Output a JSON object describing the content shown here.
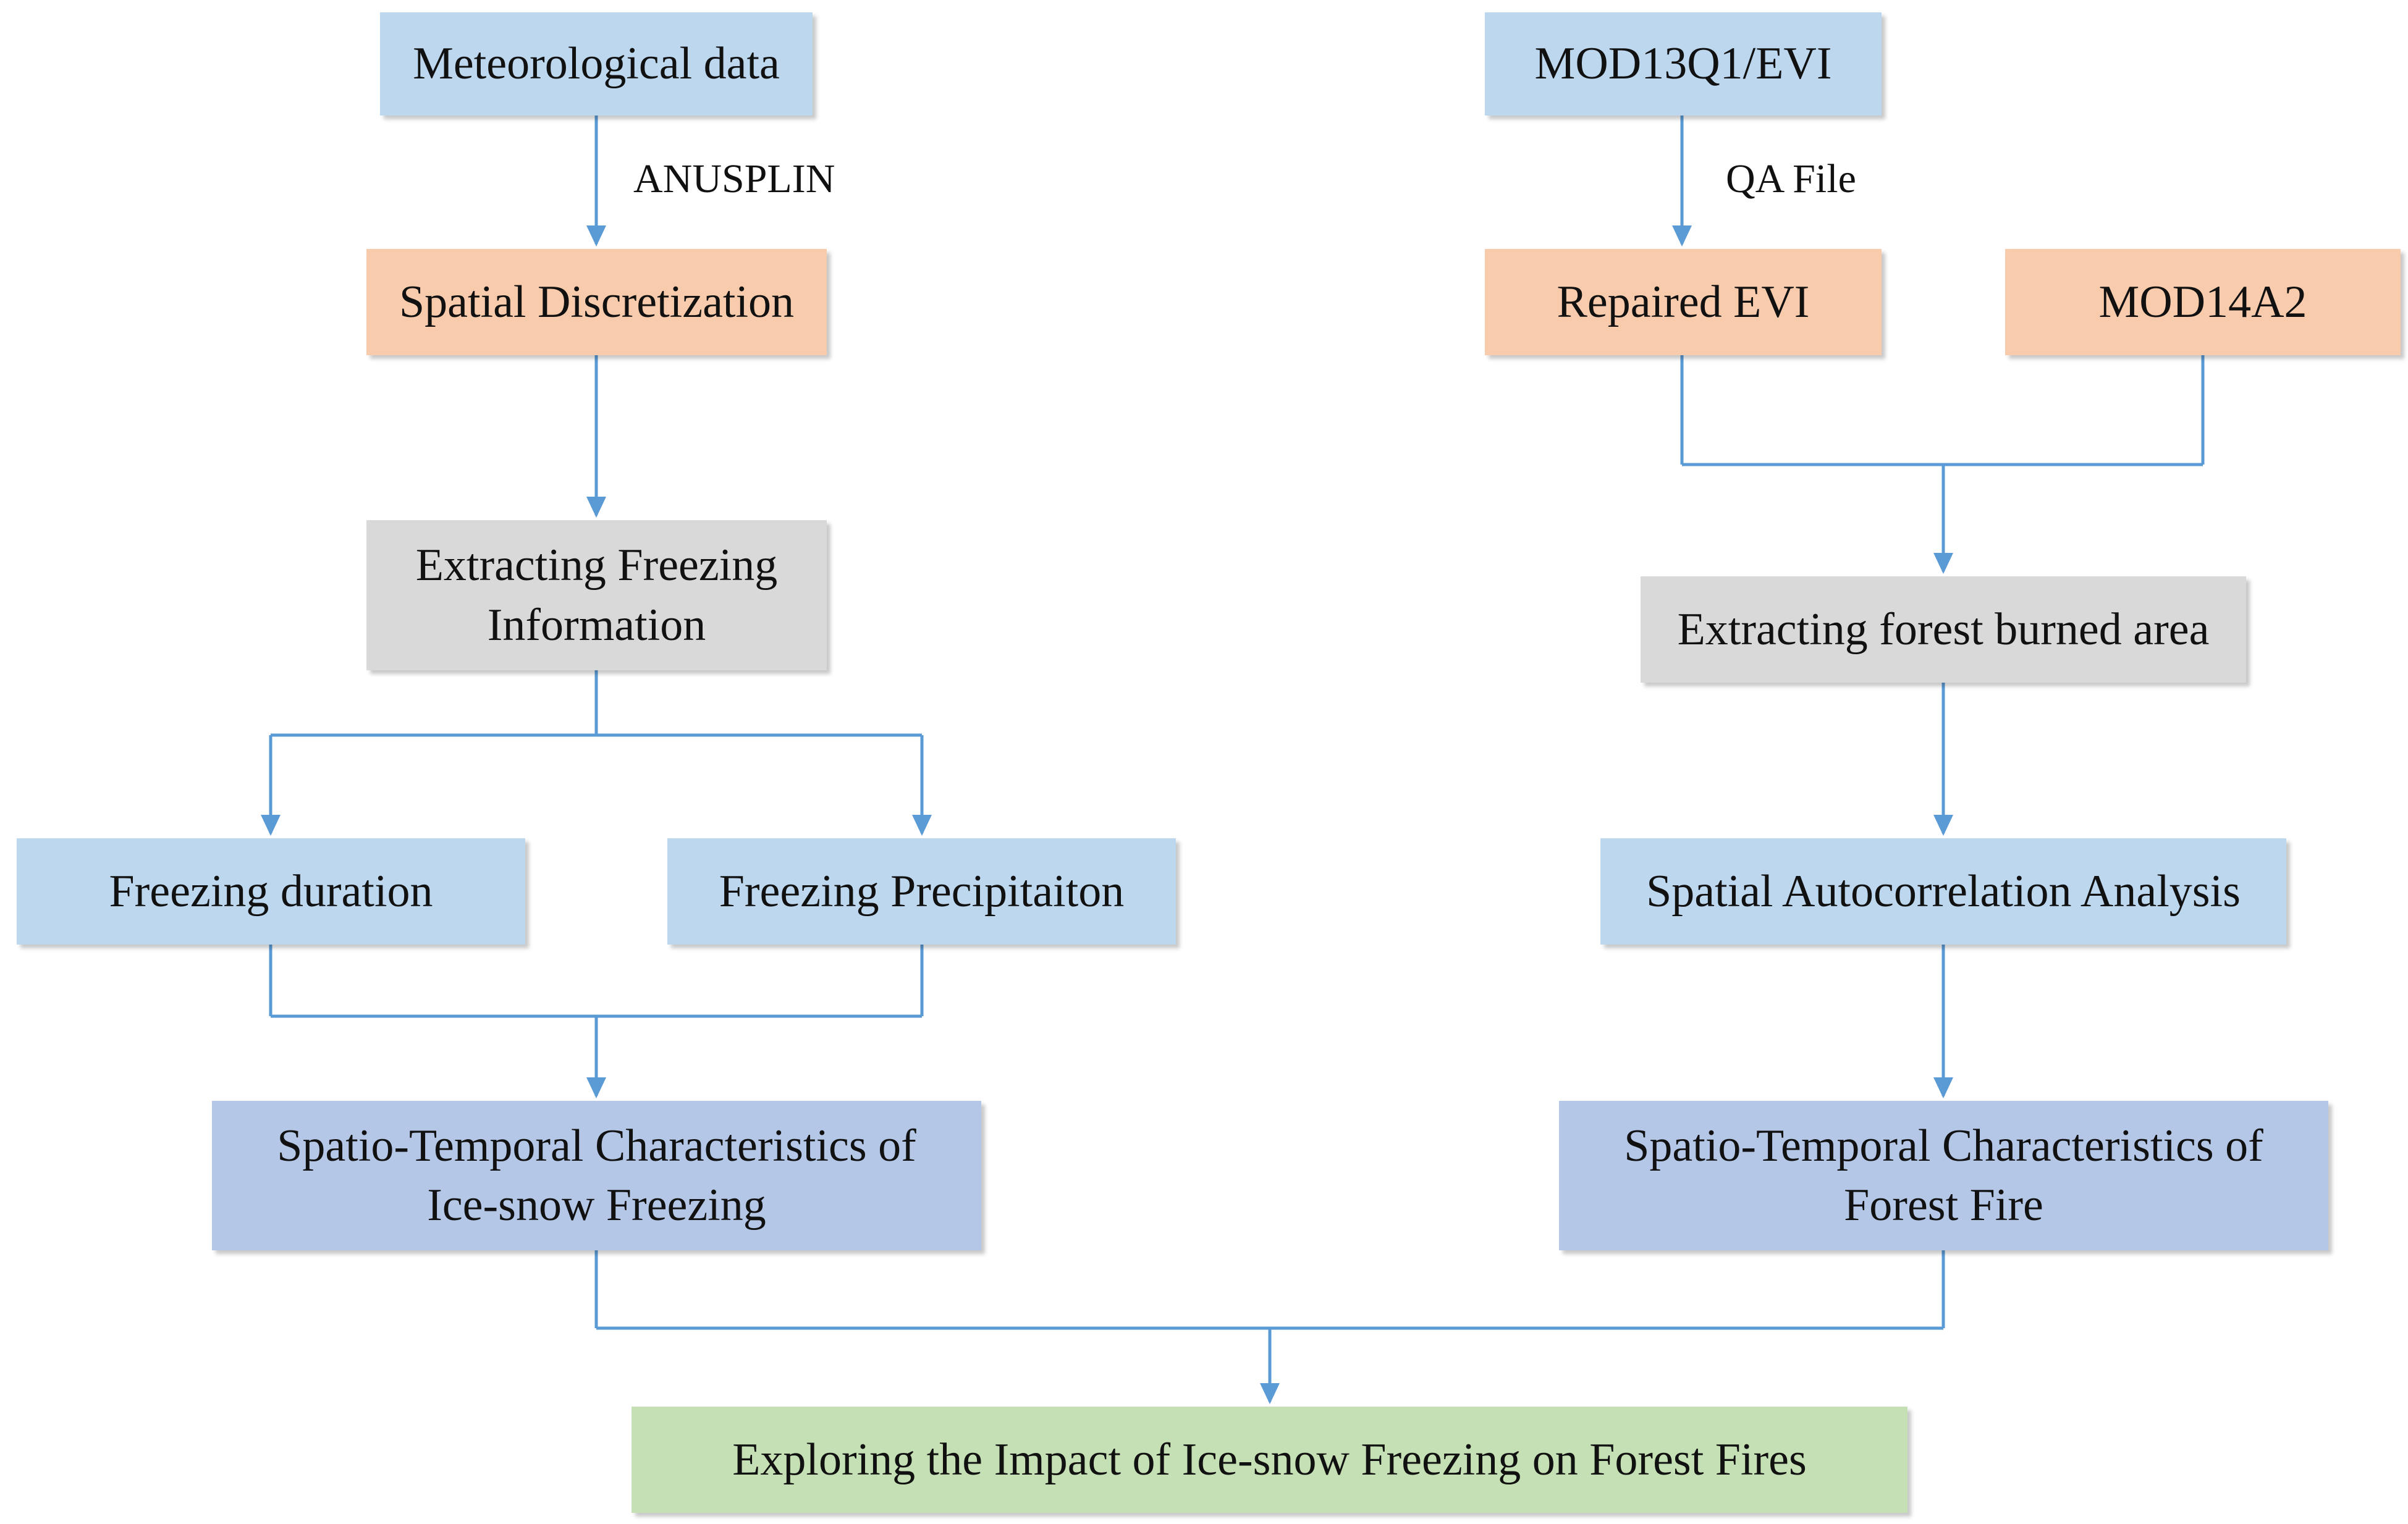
{
  "colors": {
    "connector": "#5b9bd5",
    "input_box": "#bdd7ee",
    "processed_box": "#f8cbad",
    "extraction_box": "#d9d9d9",
    "result_box": "#b4c7e7",
    "goal_box": "#c5e0b4"
  },
  "nodes": {
    "meteo": "Meteorological data",
    "mod13": "MOD13Q1/EVI",
    "spatial_disc": "Spatial Discretization",
    "repaired_evi": "Repaired EVI",
    "mod14": "MOD14A2",
    "extract_freeze_l1": "Extracting Freezing",
    "extract_freeze_l2": "Information",
    "extract_burn": "Extracting forest burned area",
    "freeze_duration": "Freezing duration",
    "freeze_precip": "Freezing Precipitaiton",
    "spatial_auto": "Spatial Autocorrelation Analysis",
    "st_ice_l1": "Spatio-Temporal Characteristics of",
    "st_ice_l2": "Ice-snow Freezing",
    "st_fire_l1": "Spatio-Temporal Characteristics of",
    "st_fire_l2": "Forest Fire",
    "explore": "Exploring the Impact of Ice-snow Freezing on Forest Fires"
  },
  "edge_labels": {
    "anusplin": "ANUSPLIN",
    "qa_file": "QA File"
  }
}
